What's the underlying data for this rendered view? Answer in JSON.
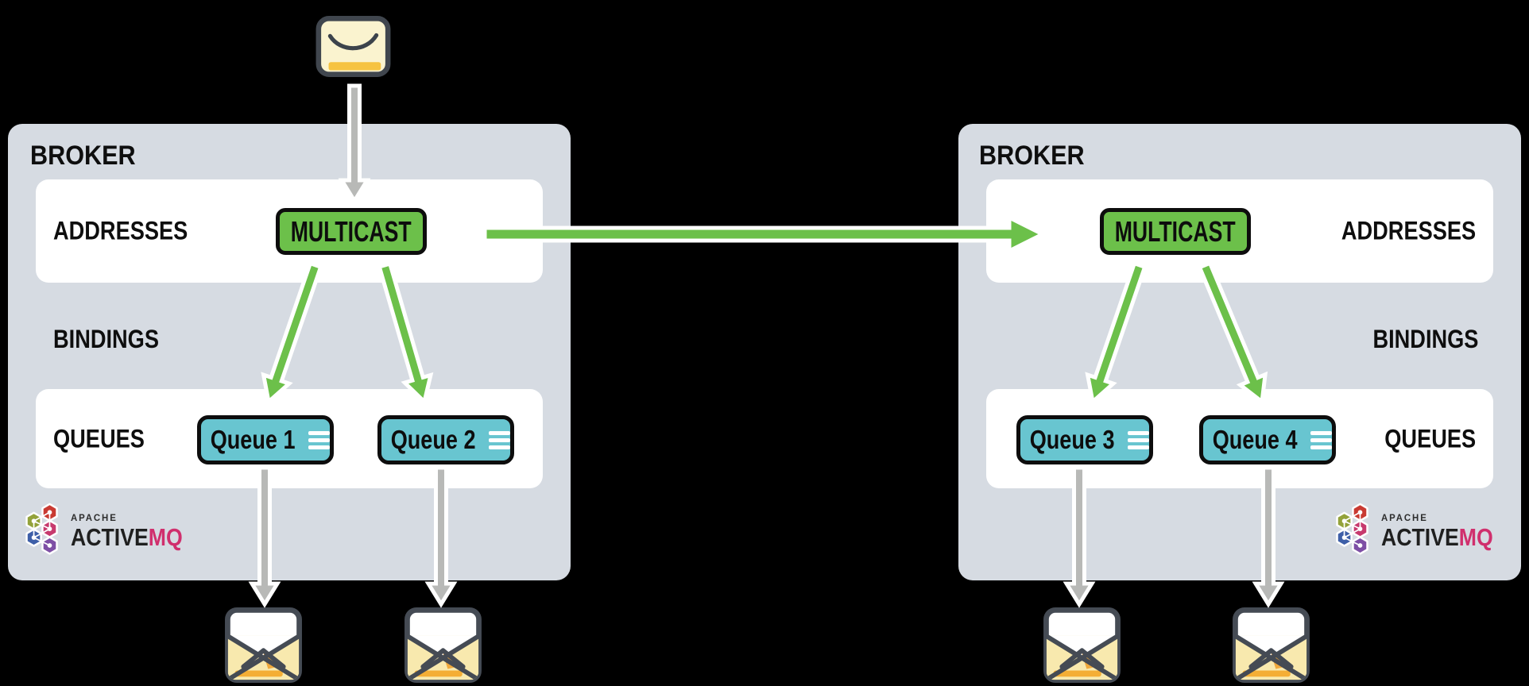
{
  "diagram": {
    "description": "ActiveMQ multicast address federation between two brokers",
    "producer_icon": "closed-envelope",
    "consumer_icon": "open-envelope"
  },
  "brokers": [
    {
      "title": "BROKER",
      "addresses_label": "ADDRESSES",
      "address_badge": "MULTICAST",
      "bindings_label": "BINDINGS",
      "queues_label": "QUEUES",
      "queues": [
        {
          "label": "Queue 1"
        },
        {
          "label": "Queue 2"
        }
      ],
      "logo": {
        "apache": "APACHE",
        "active": "ACTIVE",
        "mq": "MQ"
      }
    },
    {
      "title": "BROKER",
      "addresses_label": "ADDRESSES",
      "address_badge": "MULTICAST",
      "bindings_label": "BINDINGS",
      "queues_label": "QUEUES",
      "queues": [
        {
          "label": "Queue 3"
        },
        {
          "label": "Queue 4"
        }
      ],
      "logo": {
        "apache": "APACHE",
        "active": "ACTIVE",
        "mq": "MQ"
      }
    }
  ],
  "colors": {
    "background": "#000000",
    "broker_box": "#d6dbe2",
    "row_white": "#ffffff",
    "accent_green": "#6cc04a",
    "queue_teal": "#68c5d0",
    "arrow_gray": "#b8b9b7",
    "envelope_cream": "#faf3cf",
    "envelope_yellow": "#f8e9ae",
    "envelope_orange": "#f4ae35",
    "icon_border_dark": "#454b54",
    "activemq_magenta": "#d02f6d",
    "text_black": "#0e0e0e"
  }
}
